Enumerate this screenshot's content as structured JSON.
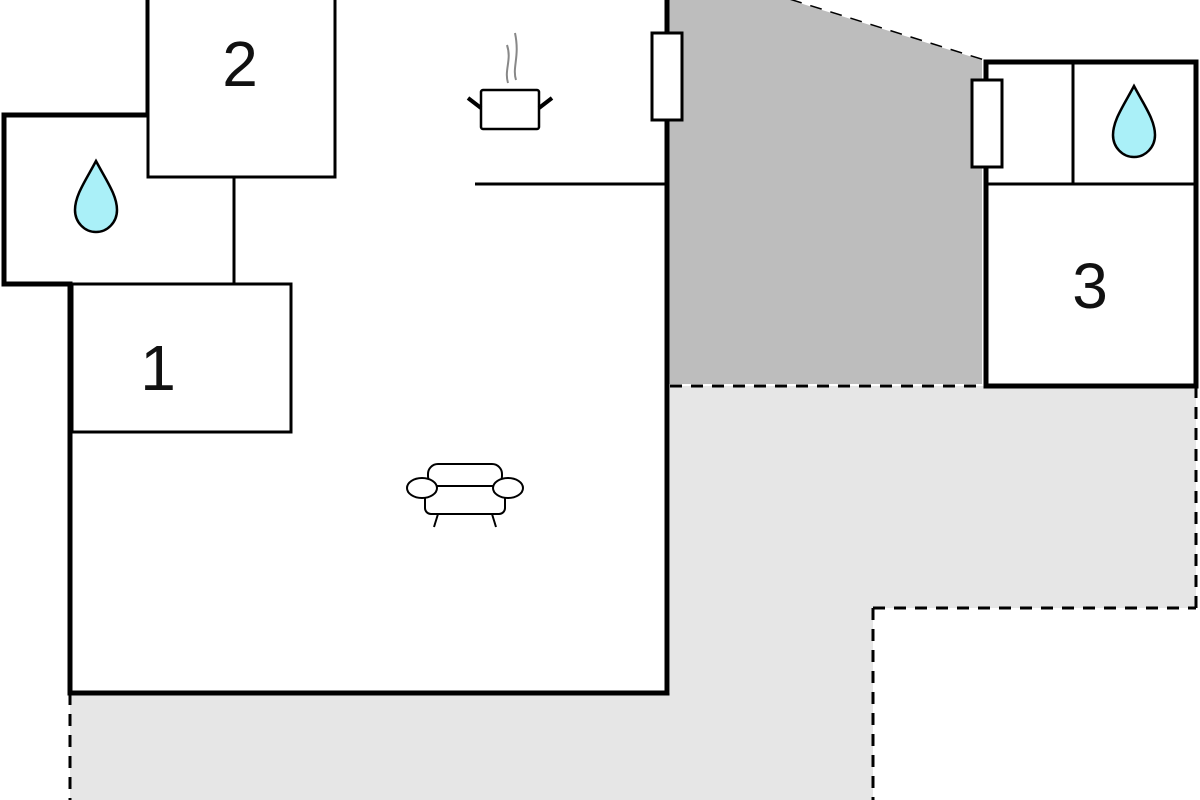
{
  "rooms": {
    "bedroom_1": "1",
    "bedroom_2": "2",
    "bedroom_3": "3"
  },
  "icons": [
    "water-drop-icon",
    "water-drop-icon",
    "cooking-pot-icon",
    "armchair-icon"
  ],
  "colors": {
    "covered_terrace": "#bdbdbd",
    "open_terrace": "#e6e6e6",
    "water": "#aaf0f8",
    "wall": "#000000"
  }
}
